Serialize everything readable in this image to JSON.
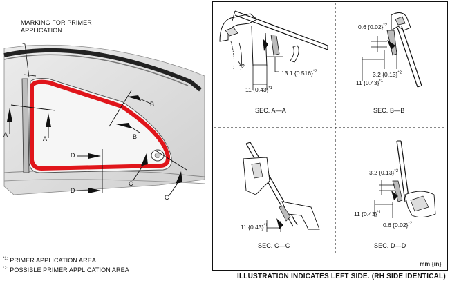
{
  "callout_primer_marking": "MARKING FOR PRIMER APPLICATION",
  "callout_primer_marking_l1": "MARKING FOR PRIMER",
  "callout_primer_marking_l2": "APPLICATION",
  "section_letters": {
    "a": "A",
    "b": "B",
    "c": "C",
    "d": "D"
  },
  "sections": {
    "aa": "SEC. A—A",
    "bb": "SEC. B—B",
    "cc": "SEC. C—C",
    "dd": "SEC. D—D"
  },
  "dims": {
    "aa_11": "11 {0.43}",
    "aa_13": "13.1 {0.516}",
    "aa_star2": "*2",
    "bb_06": "0.6 {0.02}",
    "bb_32": "3.2 {0.13}",
    "bb_11": "11 {0.43}",
    "cc_11": "11 {0.43}",
    "dd_32": "3.2 {0.13}",
    "dd_11": "11 {0.43}",
    "dd_06": "0.6 {0.02}"
  },
  "sup": {
    "one": "*1",
    "two": "*2"
  },
  "units": "mm {in}",
  "footnotes": {
    "n1_mark": "*1:",
    "n1_text": "PRIMER APPLICATION AREA",
    "n2_mark": "*2:",
    "n2_text": "POSSIBLE PRIMER APPLICATION AREA"
  },
  "bottom_caption": "ILLUSTRATION INDICATES LEFT SIDE. (RH SIDE IDENTICAL)",
  "colors": {
    "primer": "#e0151b",
    "panel": "#d8d8d8",
    "line": "#111111"
  }
}
